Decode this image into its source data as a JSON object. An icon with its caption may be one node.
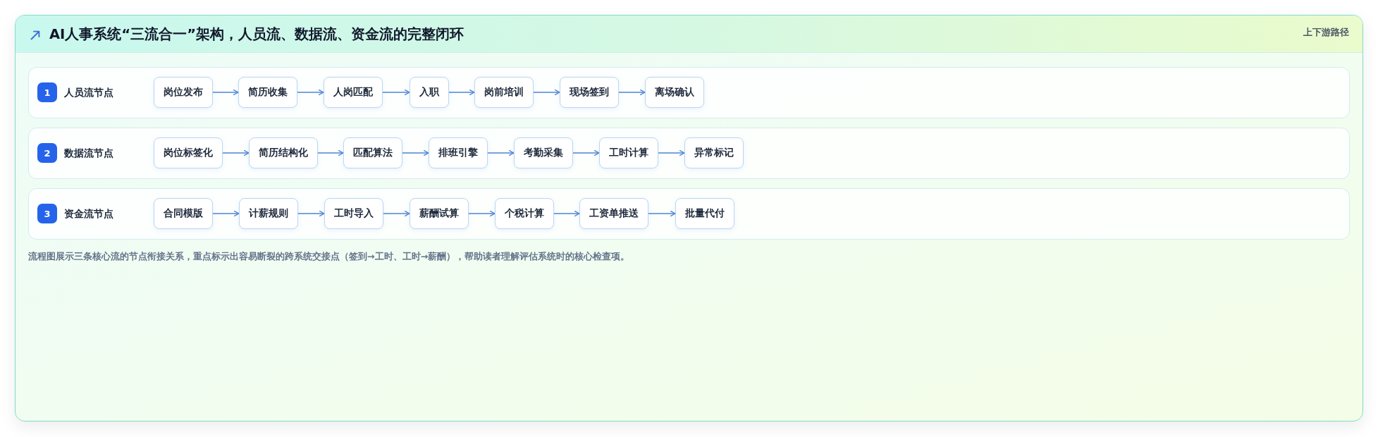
{
  "diagram": {
    "title": "AI人事系统“三流合一”架构，人员流、数据流、资金流的完整闭环",
    "caption": "流程图展示三条核心流的节点衔接关系，重点标示出容易断裂的跨系统交接点（签到→工时、工时→薪酬），帮助读者理解评估系统时的核心检查项。",
    "nodes": [
      {
        "text": [
          "人员流节点"
        ]
      },
      {
        "text": [
          "1"
        ],
        "in": 0
      },
      {
        "text": [
          "岗位发布"
        ],
        "in": 0
      },
      {
        "text": [
          "简历收集"
        ],
        "in": 0
      },
      {
        "text": [
          "人岗匹配"
        ],
        "in": 0
      },
      {
        "text": [
          "入职"
        ],
        "in": 0
      },
      {
        "text": [
          "岗前培训"
        ],
        "in": 0
      },
      {
        "text": [
          "现场签到"
        ],
        "in": 0
      },
      {
        "text": [
          "离场确认"
        ],
        "in": 0
      },
      {
        "text": [
          "数据流节点"
        ]
      },
      {
        "text": [
          "2"
        ],
        "in": 9
      },
      {
        "text": [
          "岗位标签化"
        ],
        "in": 9
      },
      {
        "text": [
          "简历结构化"
        ],
        "in": 9
      },
      {
        "text": [
          "匹配算法"
        ],
        "in": 9
      },
      {
        "text": [
          "排班引擎"
        ],
        "in": 9
      },
      {
        "text": [
          "考勤采集"
        ],
        "in": 9
      },
      {
        "text": [
          "工时计算"
        ],
        "in": 9
      },
      {
        "text": [
          "异常标记"
        ],
        "in": 9
      },
      {
        "text": [
          "资金流节点"
        ]
      },
      {
        "text": [
          "3"
        ],
        "in": 18
      },
      {
        "text": [
          "合同模版"
        ],
        "in": 18
      },
      {
        "text": [
          "计薪规则"
        ],
        "in": 18
      },
      {
        "text": [
          "工时导入"
        ],
        "in": 18
      },
      {
        "text": [
          "薪酬试算"
        ],
        "in": 18
      },
      {
        "text": [
          "个税计算"
        ],
        "in": 18
      },
      {
        "text": [
          "工资单推送"
        ],
        "in": 18
      },
      {
        "text": [
          "批量代付"
        ],
        "in": 18
      }
    ],
    "edges": [
      {
        "from": 2,
        "to": 3,
        "arrow": "to"
      },
      {
        "from": 3,
        "to": 4,
        "arrow": "to"
      },
      {
        "from": 4,
        "to": 5,
        "arrow": "to"
      },
      {
        "from": 5,
        "to": 6,
        "arrow": "to"
      },
      {
        "from": 6,
        "to": 7,
        "arrow": "to"
      },
      {
        "from": 7,
        "to": 8,
        "arrow": "to"
      },
      {
        "from": 11,
        "to": 12,
        "arrow": "to"
      },
      {
        "from": 12,
        "to": 13,
        "arrow": "to"
      },
      {
        "from": 13,
        "to": 14,
        "arrow": "to"
      },
      {
        "from": 14,
        "to": 15,
        "arrow": "to"
      },
      {
        "from": 15,
        "to": 16,
        "arrow": "to"
      },
      {
        "from": 16,
        "to": 17,
        "arrow": "to"
      },
      {
        "from": 20,
        "to": 21,
        "arrow": "to"
      },
      {
        "from": 21,
        "to": 22,
        "arrow": "to"
      },
      {
        "from": 22,
        "to": 23,
        "arrow": "to"
      },
      {
        "from": 23,
        "to": 24,
        "arrow": "to"
      },
      {
        "from": 24,
        "to": 25,
        "arrow": "to"
      },
      {
        "from": 25,
        "to": 26,
        "arrow": "to"
      }
    ],
    "labels": [
      "上下游路径"
    ]
  }
}
